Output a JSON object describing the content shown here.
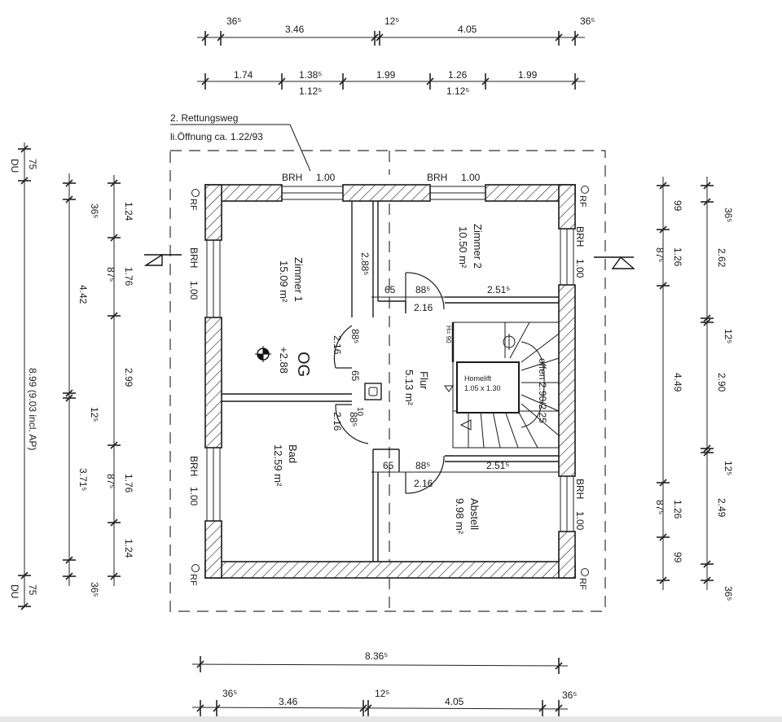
{
  "plan": {
    "level_label": "OG",
    "level_height": "+2.88",
    "rescue_note": {
      "line1": "2. Rettungsweg",
      "line2": "li.Öffnung ca. 1.22/93"
    },
    "window_labels": {
      "brh": "BRH",
      "brh_value": "1.00",
      "rf": "RF"
    },
    "rooms": [
      {
        "name": "Zimmer 1",
        "area": "15.09 m²"
      },
      {
        "name": "Zimmer 2",
        "area": "10.50 m²"
      },
      {
        "name": "Flur",
        "area": "5.13 m²"
      },
      {
        "name": "Bad",
        "area": "12.59 m²"
      },
      {
        "name": "Abstell",
        "area": "9.98 m²"
      }
    ],
    "homelift": {
      "label": "Homelift",
      "size": "1.05 x 1.30"
    },
    "stair": {
      "label": "offen 2.90/2.25",
      "h_label": "H= 90"
    },
    "interior_dims": {
      "zimmer1_depth": "2.88⁵",
      "door_upper_w": "65",
      "door_upper_88": "88⁵",
      "door_upper_216": "2.16",
      "upper_251": "2.51⁵",
      "left_door1_88": "88⁵",
      "left_door1_216": "2.16",
      "left_65": "65",
      "left_10": "10",
      "left_door2_88": "88⁵",
      "left_door2_216": "2.16",
      "door_lower_w": "65",
      "door_lower_88": "88⁵",
      "door_lower_216": "2.16",
      "lower_251": "2.51⁵"
    }
  },
  "dimensions": {
    "top_row1": [
      "36⁵",
      "3.46",
      "12⁵",
      "4.05",
      "36⁵"
    ],
    "top_row2": [
      "1.74",
      "1.38⁵",
      "1.12⁵",
      "1.99",
      "1.26",
      "1.12⁵",
      "1.99"
    ],
    "bottom_total": "8.36⁵",
    "bottom_row": [
      "36⁵",
      "3.46",
      "12⁵",
      "4.05",
      "36⁵"
    ],
    "left_outer": [
      "75",
      "DU",
      "8.99 (9.03 incl. AP)",
      "75",
      "DU"
    ],
    "left_middle": [
      "36⁵",
      "4.42",
      "12⁵",
      "3.71⁵",
      "36⁵"
    ],
    "left_inner": [
      "1.24",
      "1.76",
      "87⁵",
      "2.99",
      "1.76",
      "87⁵",
      "1.24"
    ],
    "right_inner": [
      "99",
      "1.26",
      "87⁵",
      "4.49",
      "1.26",
      "87⁵",
      "99"
    ],
    "right_outer": [
      "36⁵",
      "2.62",
      "12⁵",
      "2.90",
      "12⁵",
      "2.49",
      "36⁵"
    ]
  }
}
